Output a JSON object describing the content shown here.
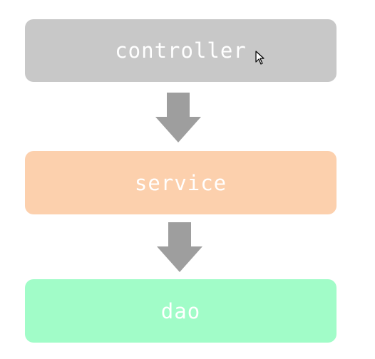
{
  "layers": [
    {
      "label": "controller",
      "color": "#c8c8c8"
    },
    {
      "label": "service",
      "color": "#fcd0ad"
    },
    {
      "label": "dao",
      "color": "#a1fcc8"
    }
  ],
  "arrow_color": "#9e9e9e",
  "icons": {
    "arrow": "arrow-down-icon",
    "cursor": "mouse-pointer-icon"
  }
}
